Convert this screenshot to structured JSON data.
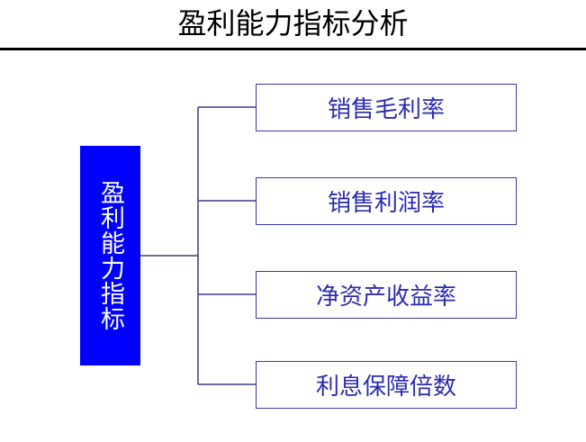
{
  "title": "盈利能力指标分析",
  "root": {
    "label": "盈利能力指标"
  },
  "children": [
    {
      "label": "销售毛利率"
    },
    {
      "label": "销售利润率"
    },
    {
      "label": "净资产收益率"
    },
    {
      "label": "利息保障倍数"
    }
  ],
  "colors": {
    "root_fill": "#0000ff",
    "node_border": "#3a3aa0",
    "node_text": "#2b2bb0"
  }
}
